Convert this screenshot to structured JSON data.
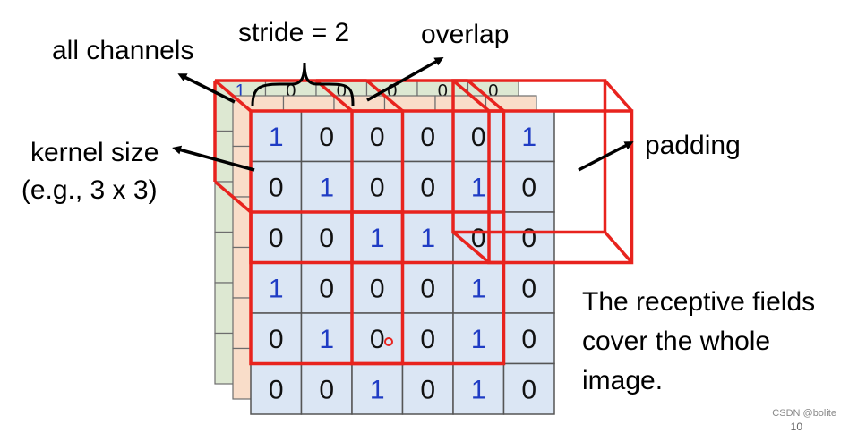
{
  "labels": {
    "stride": "stride = 2",
    "overlap": "overlap",
    "all_channels": "all channels",
    "kernel_size_line1": "kernel size",
    "kernel_size_line2": "(e.g., 3 x 3)",
    "padding": "padding",
    "caption_line1": "The receptive fields",
    "caption_line2": "cover the whole",
    "caption_line3": "image."
  },
  "grid": {
    "values": [
      [
        "1",
        "0",
        "0",
        "0",
        "0",
        "1"
      ],
      [
        "0",
        "1",
        "0",
        "0",
        "1",
        "0"
      ],
      [
        "0",
        "0",
        "1",
        "1",
        "0",
        "0"
      ],
      [
        "1",
        "0",
        "0",
        "0",
        "1",
        "0"
      ],
      [
        "0",
        "1",
        "0",
        "0",
        "1",
        "0"
      ],
      [
        "0",
        "0",
        "1",
        "0",
        "1",
        "0"
      ]
    ],
    "back_channel_top_values": [
      "1",
      "0",
      "0",
      "0",
      "0",
      "0"
    ]
  },
  "colors": {
    "cell_fill": "#dbe6f4",
    "channel_2_fill": "#f9ddc9",
    "channel_3_fill": "#dde8d2",
    "receptive_field": "#e8231e",
    "one_digit": "#1f3cc4",
    "zero_digit": "#111111",
    "arrow": "#000000"
  },
  "watermark": "CSDN @bolite",
  "page_number": "10"
}
